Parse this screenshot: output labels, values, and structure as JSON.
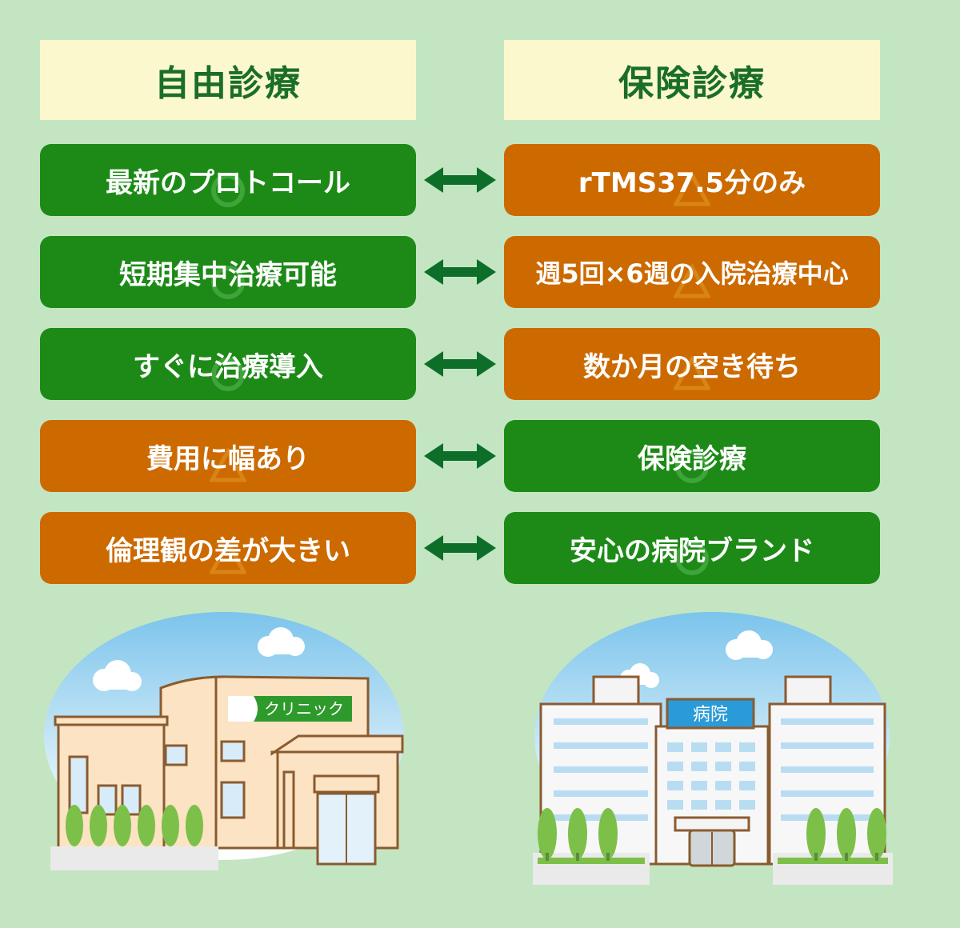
{
  "headers": {
    "left": "自由診療",
    "right": "保険診療"
  },
  "colors": {
    "background": "#c4e5c2",
    "header_bg": "#fbf8cd",
    "header_text": "#1a6e27",
    "green": "#1d8a17",
    "orange": "#cc6a00",
    "arrow": "#0d6e2a"
  },
  "rows": [
    {
      "left": "最新のプロトコール",
      "left_tone": "green",
      "right": "rTMS37.5分のみ",
      "right_tone": "orange"
    },
    {
      "left": "短期集中治療可能",
      "left_tone": "green",
      "right": "週5回×6週の入院治療中心",
      "right_tone": "orange"
    },
    {
      "left": "すぐに治療導入",
      "left_tone": "green",
      "right": "数か月の空き待ち",
      "right_tone": "orange"
    },
    {
      "left": "費用に幅あり",
      "left_tone": "orange",
      "right": "保険診療",
      "right_tone": "green"
    },
    {
      "left": "倫理観の差が大きい",
      "left_tone": "orange",
      "right": "安心の病院ブランド",
      "right_tone": "green"
    }
  ],
  "marks": {
    "green": "circle-mark-icon",
    "orange": "triangle-mark-icon",
    "arrow": "double-arrow-icon"
  },
  "illustrations": {
    "clinic_sign": "クリニック",
    "hospital_sign": "病院"
  }
}
